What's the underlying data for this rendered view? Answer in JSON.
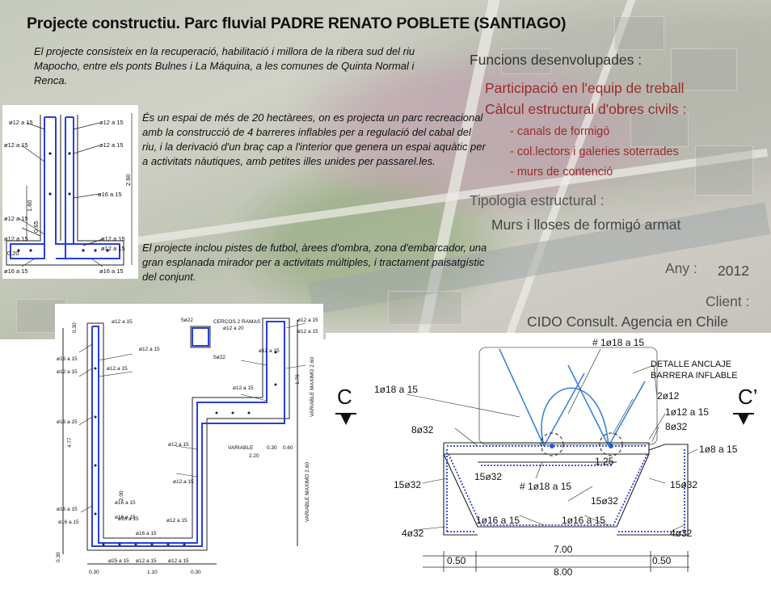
{
  "title": "Projecte constructiu. Parc fluvial PADRE RENATO POBLETE (SANTIAGO)",
  "intro": "El projecte consisteix en la recuperació, habilitació i millora de la ribera sud del riu Mapocho, entre els ponts Bulnes i La Máquina, a les comunes de Quinta Normal i Renca.",
  "paragraph1": "És un espai de més de 20 hectàrees, on es projecta un parc recreacional amb la construcció de 4 barreres inflables per a regulació del cabal del riu, i la derivació d'un braç cap a l'interior que genera un espai aquàtic per a activitats nàutiques, amb petites illes unides per passarel.les.",
  "paragraph2": "El projecte inclou pistes de futbol, àrees d'ombra, zona d'embarcador, una gran esplanada mirador per a activitats múltiples, i tractament paisatgístic del conjunt.",
  "functions": {
    "heading": "Funcions desenvolupades :",
    "item1": "Participació en l'equip de treball",
    "item2": "Càlcul estructural d'obres civils :",
    "bullets": [
      "- canals de formigó",
      "- col.lectors i galeries soterrades",
      "- murs de contenció"
    ]
  },
  "typology": {
    "heading": "Tipologia estructural :",
    "value": "Murs i lloses de formigó armat"
  },
  "year": {
    "label": "Any :",
    "value": "2012"
  },
  "client": {
    "label": "Client :",
    "value": "CIDO Consult. Agencia en Chile"
  },
  "drawing_left": {
    "labels": [
      "ø12 a 15",
      "ø12 a 15",
      "ø12 a 15",
      "ø12 a 15",
      "ø16 a 15",
      "ø12 a 15",
      "ø12 a 15",
      "ø12 a 15",
      "ø16 a 15",
      "ø16 a 15",
      "ø12 a 15"
    ],
    "dims": [
      "1.60",
      "0.65",
      "2.60",
      "0.20"
    ]
  },
  "drawing_middle": {
    "labels": [
      "CERCOS 2 RAMAS",
      "ø12 a 20",
      "5ø22",
      "5ø22",
      "ø12 a 15",
      "ø12 a 15",
      "ø12 a 15",
      "ø16 a 15",
      "ø12 a 15",
      "ø12 a 15",
      "ø12 a 15",
      "ø12 a 15",
      "ø16 a 15",
      "ø16 a 15",
      "ø16 a 15",
      "ø16 a 15",
      "ø16 a 15",
      "ø12 a 15",
      "ø12 a 15",
      "ø25 a 15",
      "ø12 a 15",
      "ø12 a 15",
      "ø16 a 15",
      "ø16 a 15",
      "ø12 a 15",
      "ø12 a 15"
    ],
    "dims": [
      "4.77",
      "2.00",
      "0.30",
      "0.30",
      "1.10",
      "0.30",
      "0.30",
      "2.20",
      "VARIABLE",
      "VARIABLE MAXIMO 2.60",
      "VARIABLE MAXIMO 2.60",
      "0.30",
      "0.60",
      "1.70"
    ]
  },
  "drawing_right": {
    "section_left": "C",
    "section_right": "C’",
    "detail_title_1": "DETALLE ANCLAJE",
    "detail_title_2": "BARRERA INFLABLE",
    "labels": [
      "# 1ø18 a 15",
      "1ø18 a 15",
      "2ø12",
      "1ø12 a 15",
      "8ø32",
      "8ø32",
      "1ø8 a 15",
      "1.25",
      "# 1ø18 a 15",
      "15ø32",
      "15ø32",
      "15ø32",
      "15ø32",
      "1ø16 a 15",
      "1ø16 a 15",
      "4ø32",
      "4ø32"
    ],
    "dims": [
      "7.00",
      "8.00",
      "0.50",
      "0.50"
    ]
  }
}
